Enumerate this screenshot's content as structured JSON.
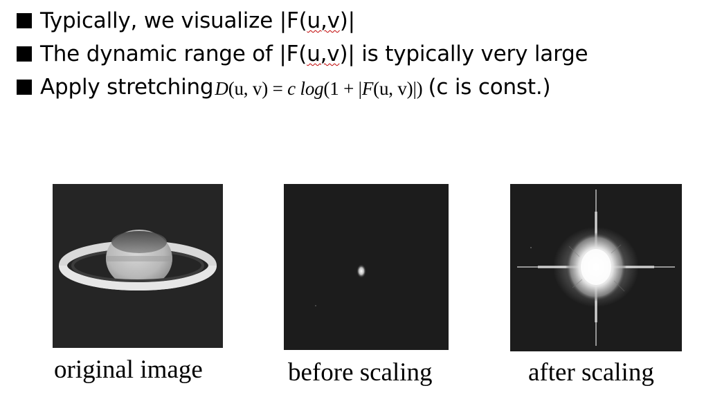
{
  "bullets": [
    {
      "parts": [
        "Typically, we visualize |F(",
        "u,v",
        ")|"
      ]
    },
    {
      "parts": [
        "The dynamic range of |F(",
        "u,v",
        ")| is typically very large"
      ]
    },
    {
      "prefix": "Apply stretching",
      "formula": {
        "lhs": "D",
        "args1": "(u, v)",
        "eq": " = ",
        "c": "c",
        "log": "log",
        "inner": "(1 + |",
        "F": "F",
        "args2": "(u, v)",
        "close": "|)"
      },
      "suffix": " (c is const.)"
    }
  ],
  "figures": [
    {
      "caption": "original image",
      "icon": "saturn-image"
    },
    {
      "caption": "before scaling",
      "icon": "spectrum-before-image"
    },
    {
      "caption": "after scaling",
      "icon": "spectrum-after-image"
    }
  ]
}
